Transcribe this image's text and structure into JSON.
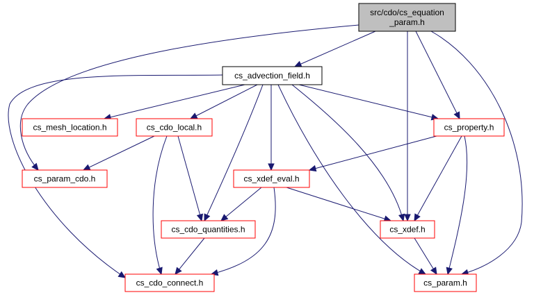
{
  "colors": {
    "edge": "#191970",
    "node_border_default": "#ff0000",
    "node_border_plain": "#000000",
    "node_fill_default": "#ffffff",
    "node_fill_root": "#bfbfbf",
    "root_border": "#000000"
  },
  "nodes": [
    {
      "id": "root",
      "lines": [
        "src/cdo/cs_equation",
        "_param.h"
      ],
      "style": "root"
    },
    {
      "id": "advection",
      "lines": [
        "cs_advection_field.h"
      ],
      "style": "plain"
    },
    {
      "id": "mesh_location",
      "lines": [
        "cs_mesh_location.h"
      ],
      "style": "red"
    },
    {
      "id": "cdo_local",
      "lines": [
        "cs_cdo_local.h"
      ],
      "style": "red"
    },
    {
      "id": "property",
      "lines": [
        "cs_property.h"
      ],
      "style": "red"
    },
    {
      "id": "param_cdo",
      "lines": [
        "cs_param_cdo.h"
      ],
      "style": "red"
    },
    {
      "id": "xdef_eval",
      "lines": [
        "cs_xdef_eval.h"
      ],
      "style": "red"
    },
    {
      "id": "cdo_quantities",
      "lines": [
        "cs_cdo_quantities.h"
      ],
      "style": "red"
    },
    {
      "id": "xdef",
      "lines": [
        "cs_xdef.h"
      ],
      "style": "red"
    },
    {
      "id": "cdo_connect",
      "lines": [
        "cs_cdo_connect.h"
      ],
      "style": "red"
    },
    {
      "id": "param",
      "lines": [
        "cs_param.h"
      ],
      "style": "red"
    }
  ],
  "edges": [
    [
      "root",
      "advection"
    ],
    [
      "root",
      "param_cdo"
    ],
    [
      "root",
      "property"
    ],
    [
      "root",
      "xdef"
    ],
    [
      "root",
      "param"
    ],
    [
      "advection",
      "mesh_location"
    ],
    [
      "advection",
      "cdo_local"
    ],
    [
      "advection",
      "property"
    ],
    [
      "advection",
      "xdef_eval"
    ],
    [
      "advection",
      "cdo_quantities"
    ],
    [
      "advection",
      "xdef"
    ],
    [
      "advection",
      "param"
    ],
    [
      "advection",
      "cdo_connect"
    ],
    [
      "cdo_local",
      "param_cdo"
    ],
    [
      "cdo_local",
      "cdo_quantities"
    ],
    [
      "cdo_local",
      "cdo_connect"
    ],
    [
      "property",
      "xdef_eval"
    ],
    [
      "property",
      "xdef"
    ],
    [
      "property",
      "param"
    ],
    [
      "xdef_eval",
      "cdo_quantities"
    ],
    [
      "xdef_eval",
      "xdef"
    ],
    [
      "xdef_eval",
      "cdo_connect"
    ],
    [
      "cdo_quantities",
      "cdo_connect"
    ],
    [
      "xdef",
      "param"
    ]
  ]
}
